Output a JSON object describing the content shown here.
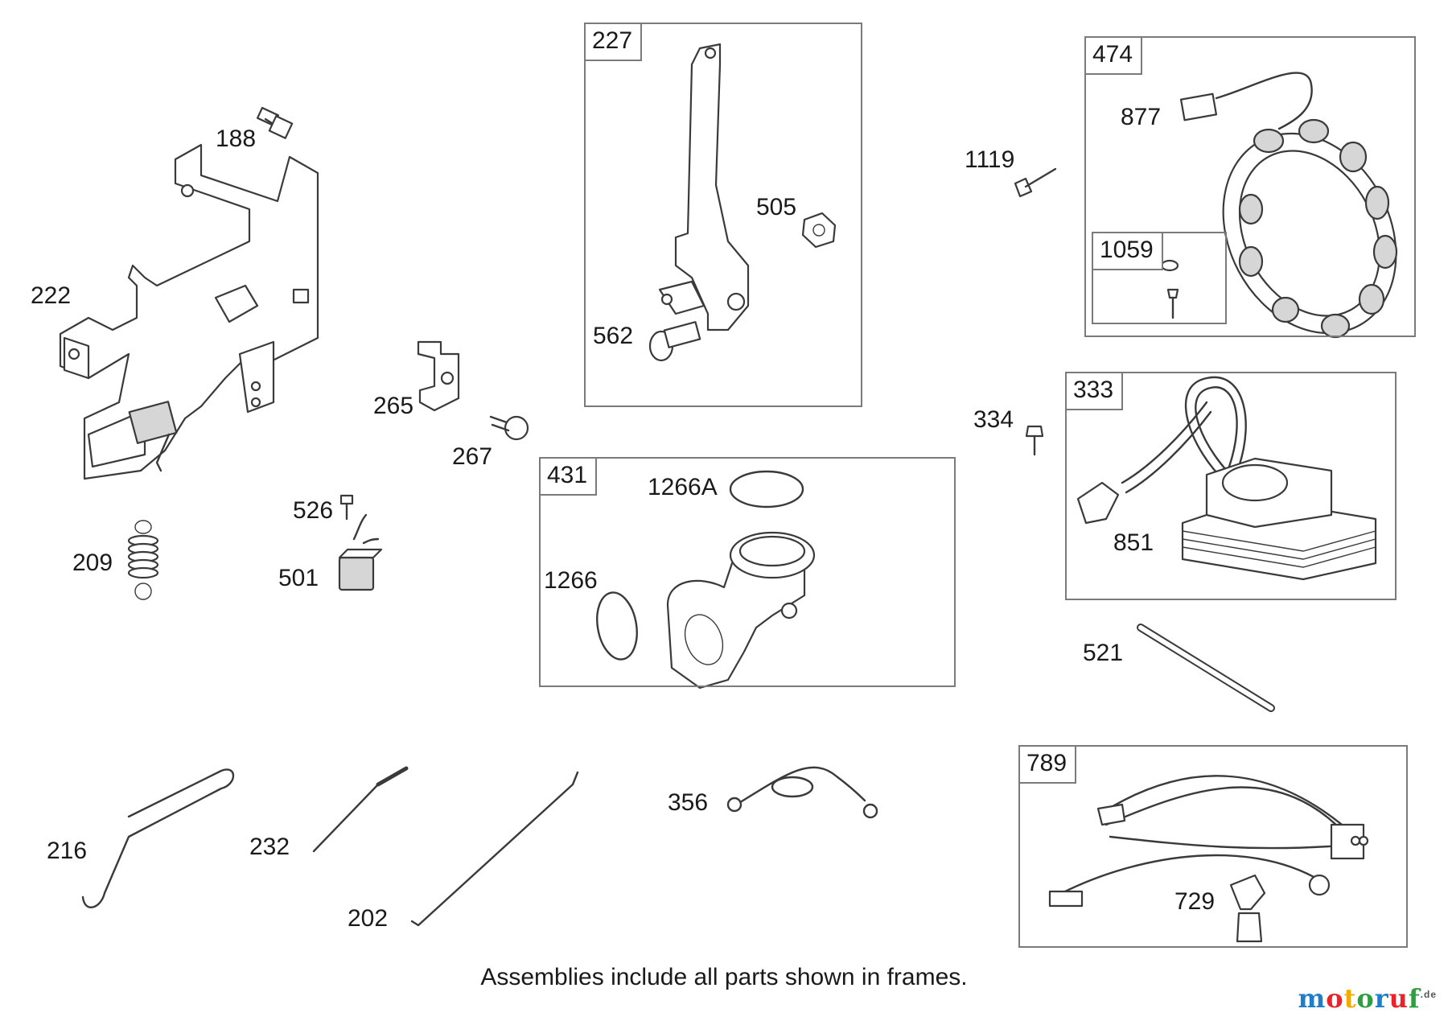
{
  "parts": {
    "p188": "188",
    "p222": "222",
    "p209": "209",
    "p526": "526",
    "p501": "501",
    "p265": "265",
    "p267": "267",
    "p216": "216",
    "p232": "232",
    "p202": "202",
    "p356": "356",
    "p505": "505",
    "p562": "562",
    "p1266A": "1266A",
    "p1266": "1266",
    "p1119": "1119",
    "p877": "877",
    "p334": "334",
    "p851": "851",
    "p521": "521",
    "p729": "729"
  },
  "frames": {
    "f227": "227",
    "f431": "431",
    "f474": "474",
    "f1059": "1059",
    "f333": "333",
    "f789": "789"
  },
  "caption": "Assemblies include all parts shown in frames.",
  "watermark": {
    "letters": [
      "m",
      "o",
      "t",
      "o",
      "r",
      "u",
      "f"
    ],
    "suffix": ".de",
    "colors": [
      "#1e7ec8",
      "#e8232a",
      "#f2a900",
      "#2e9e3e",
      "#1e7ec8",
      "#e8232a",
      "#2e9e3e"
    ]
  }
}
